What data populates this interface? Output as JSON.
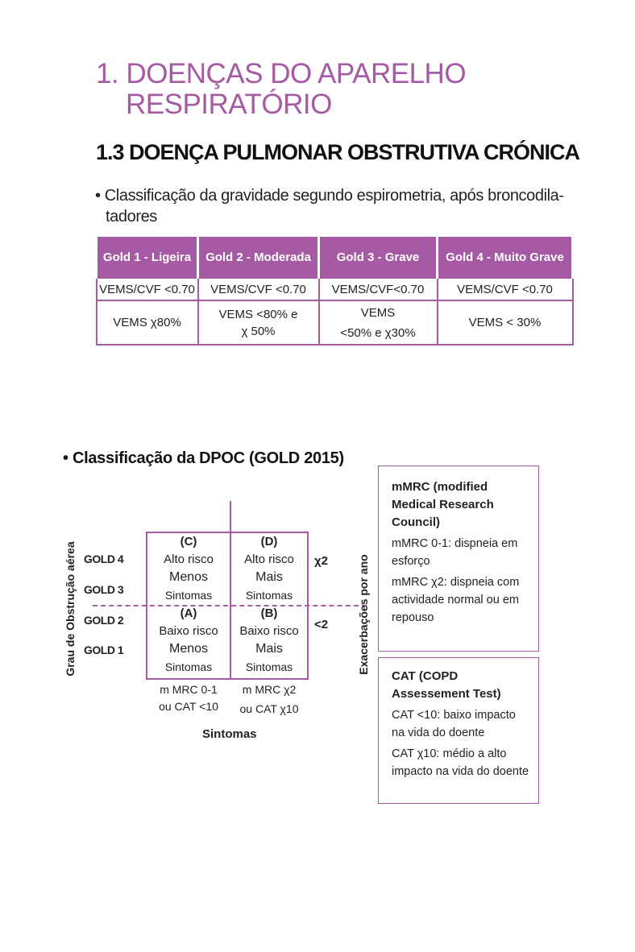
{
  "header": {
    "title_line1": "1. DOENÇAS DO APARELHO",
    "title_line2": "RESPIRATÓRIO",
    "section_title": "1.3 DOENÇA PULMONAR OBSTRUTIVA CRÓNICA"
  },
  "spirometry": {
    "bullet_line1": "• Classificação da gravidade segundo espirometria, após broncodila-",
    "bullet_line2": "tadores",
    "table": {
      "headers": [
        "Gold 1 - Ligeira",
        "Gold 2 - Moderada",
        "Gold 3 - Grave",
        "Gold 4 - Muito Grave"
      ],
      "row1": [
        "VEMS/CVF <0.70",
        "VEMS/CVF <0.70",
        "VEMS/CVF<0.70",
        "VEMS/CVF <0.70"
      ],
      "row2": [
        {
          "line1": "VEMS χ80%",
          "line2": ""
        },
        {
          "line1": "VEMS <80% e",
          "line2": "χ 50%"
        },
        {
          "line1": "VEMS",
          "line2": "<50% e χ30%"
        },
        {
          "line1": "VEMS < 30%",
          "line2": ""
        }
      ]
    }
  },
  "classification": {
    "bullet": "• Classificação da DPOC (GOLD 2015)",
    "y_axis_label": "Grau de Obstrução aérea",
    "right_axis_label": "Exacerbações por ano",
    "x_axis_label": "Sintomas",
    "gold_labels": [
      "GOLD 4",
      "GOLD 3",
      "GOLD 2",
      "GOLD 1"
    ],
    "exacerbation_labels": [
      "χ2",
      "<2"
    ],
    "cells": {
      "C": {
        "head": "(C)",
        "risk": "Alto risco",
        "level": "Menos",
        "sym": "Sintomas"
      },
      "D": {
        "head": "(D)",
        "risk": "Alto risco",
        "level": "Mais",
        "sym": "Sintomas"
      },
      "A": {
        "head": "(A)",
        "risk": "Baixo risco",
        "level": "Menos",
        "sym": "Sintomas"
      },
      "B": {
        "head": "(B)",
        "risk": "Baixo risco",
        "level": "Mais",
        "sym": "Sintomas"
      }
    },
    "bottom_left": {
      "line1": "m MRC 0-1",
      "line2": "ou CAT <10"
    },
    "bottom_right": {
      "line1": "m MRC χ2",
      "line2": "ou CAT χ10"
    },
    "mmrc_box": {
      "title_lines": [
        "mMRC (modified",
        "Medical Research",
        "Council)"
      ],
      "item1": "mMRC 0-1: dispneia em esforço",
      "item2": "mMRC χ2: dispneia com actividade normal ou em repouso"
    },
    "cat_box": {
      "title_lines": [
        "CAT (COPD",
        "Assessement Test)"
      ],
      "item1": "CAT <10: baixo impacto na vida do doente",
      "item2": "CAT χ10: médio a alto impacto na vida do doente"
    }
  },
  "colors": {
    "accent": "#a65aa3",
    "text": "#1a1a1a"
  }
}
